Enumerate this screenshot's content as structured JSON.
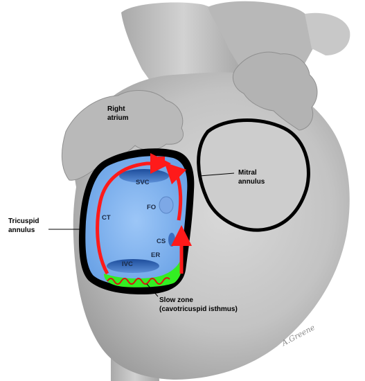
{
  "labels": {
    "right_atrium_line1": "Right",
    "right_atrium_line2": "atrium",
    "mitral_line1": "Mitral",
    "mitral_line2": "annulus",
    "tricuspid_line1": "Tricuspid",
    "tricuspid_line2": "annulus",
    "slow_zone_line1": "Slow zone",
    "slow_zone_line2": "(cavotricuspid isthmus)",
    "svc": "SVC",
    "fo": "FO",
    "ct": "CT",
    "cs": "CS",
    "er": "ER",
    "ivc": "IVC"
  },
  "signature": "A.Greene",
  "colors": {
    "heart_fill": "#c4c4c4",
    "heart_shadow": "#9e9e9e",
    "atrium_fill": "#7fb2ef",
    "vessel_fill": "#2f63b3",
    "slow_zone_fill": "#33ee22",
    "arrow_red": "#ff1a1a",
    "outline": "#000000"
  }
}
